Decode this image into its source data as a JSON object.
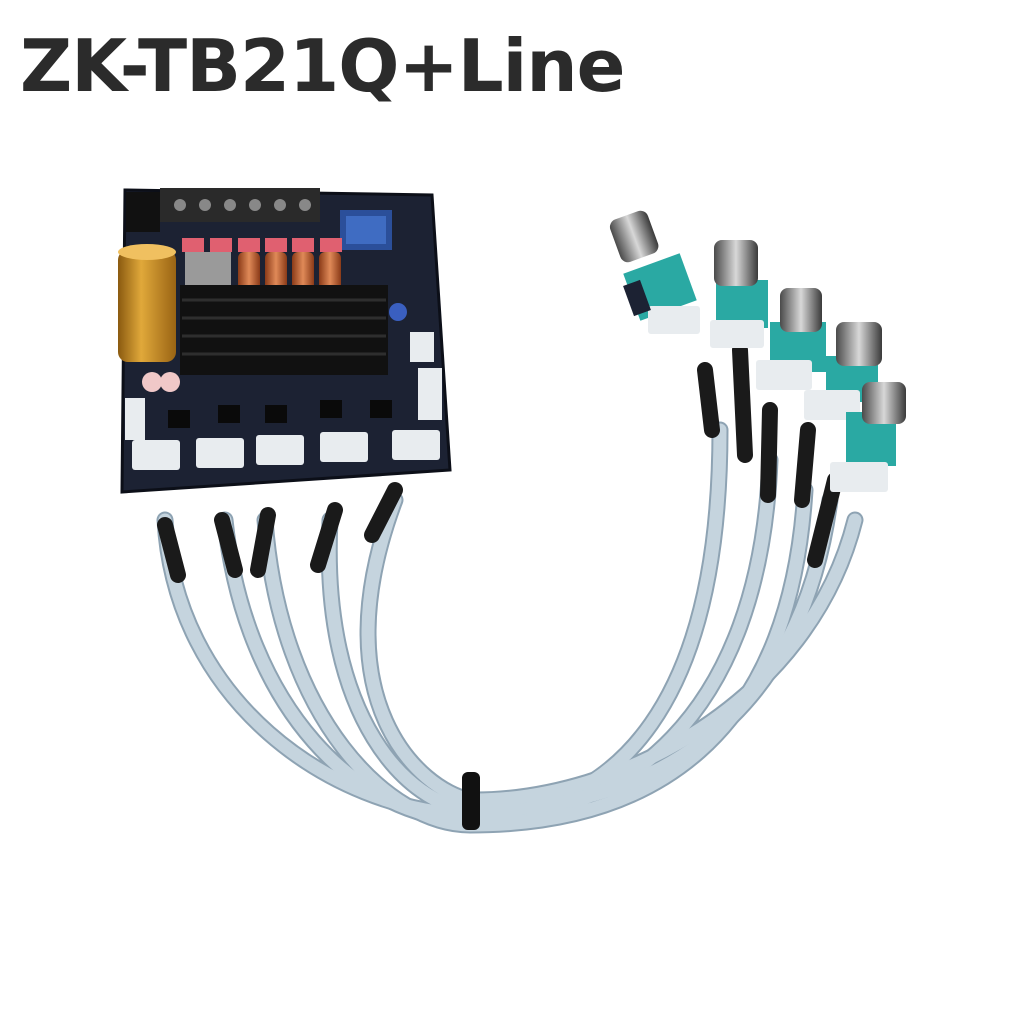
{
  "product": {
    "title": "ZK-TB21Q+Line"
  },
  "photo": {
    "subject": "amplifier-board-with-five-potentiometer-cables",
    "knob_count": 5,
    "colors": {
      "pcb": "#1c2233",
      "cable": "#b8c9d6",
      "knob_body": "#2aa9a3",
      "capacitor": "#c88a1f",
      "heatsink": "#111111",
      "coil": "#c86a3c",
      "connector": "#e8ecef"
    }
  }
}
